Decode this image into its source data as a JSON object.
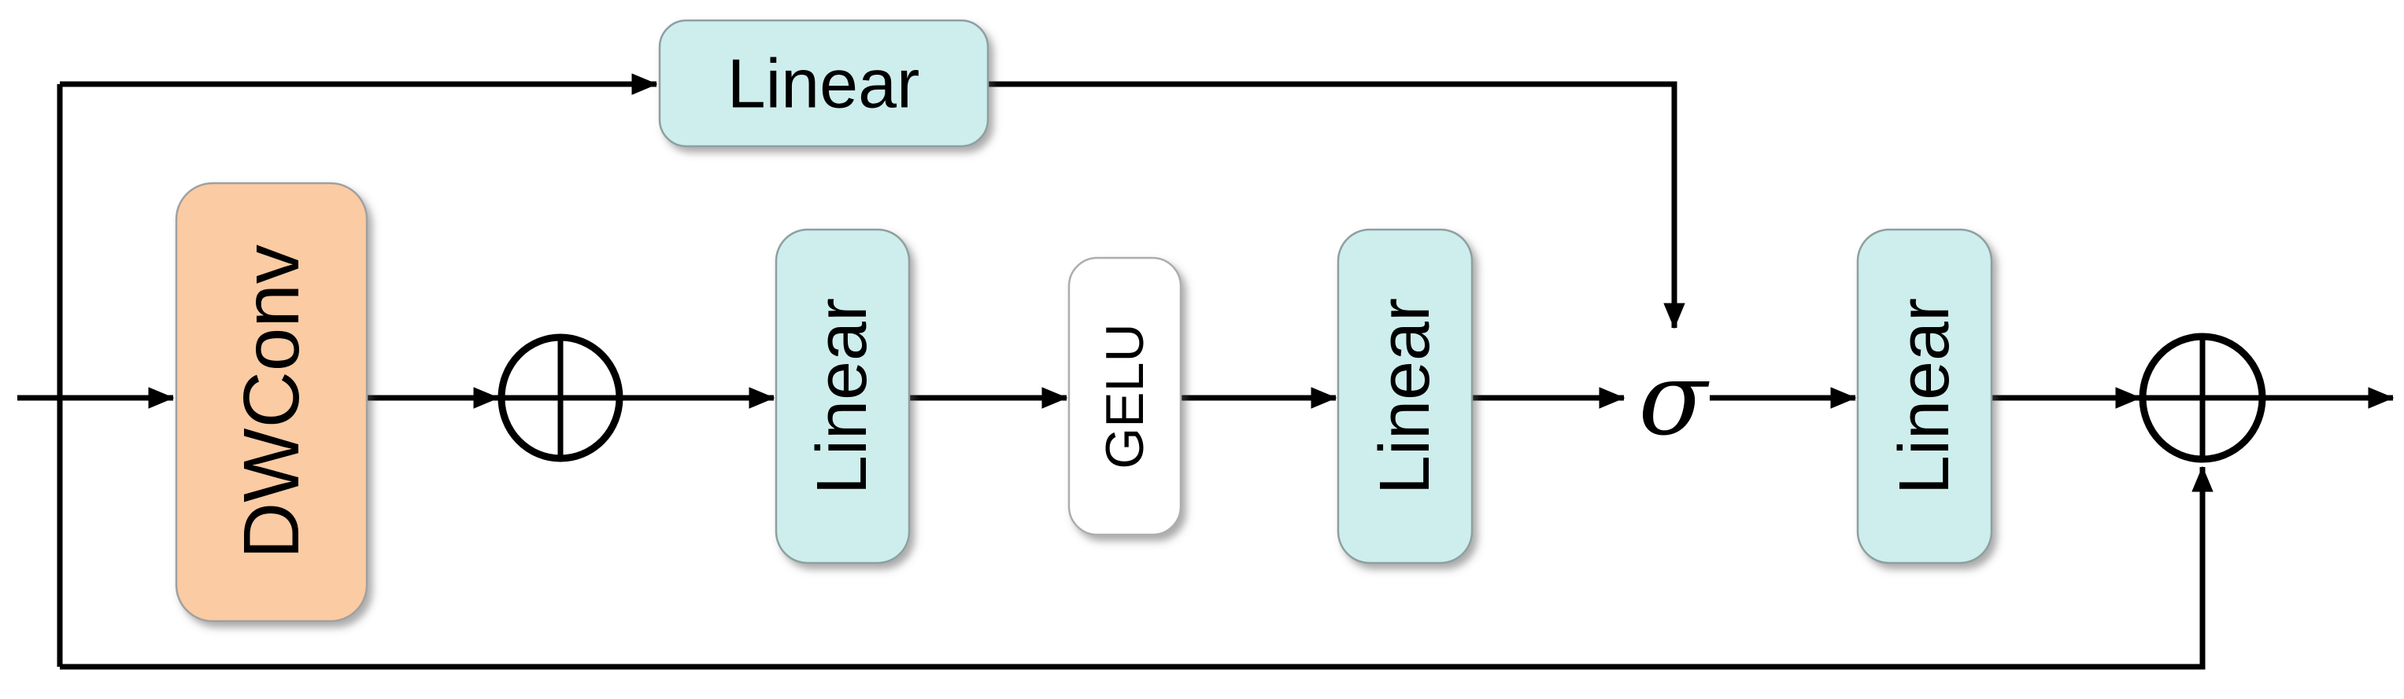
{
  "palette": {
    "line": "#000000",
    "teal_fill": "#CDEEED",
    "teal_border": "#8F9F9F",
    "orange_fill": "#FBCBA3",
    "orange_border": "#A0A0A0",
    "white_fill": "#FFFFFF",
    "white_border": "#ADADAD",
    "text": "#000000",
    "bg": "#FFFFFF"
  },
  "nodes": {
    "top_linear": {
      "label": "Linear"
    },
    "dwconv": {
      "label": "DWConv"
    },
    "linear_1": {
      "label": "Linear"
    },
    "gelu": {
      "label": "GELU"
    },
    "linear_2": {
      "label": "Linear"
    },
    "sigma": {
      "label": "σ"
    },
    "linear_3": {
      "label": "Linear"
    }
  },
  "operators": {
    "add_1": {
      "symbol": "circled-plus"
    },
    "add_2": {
      "symbol": "circled-plus"
    }
  }
}
